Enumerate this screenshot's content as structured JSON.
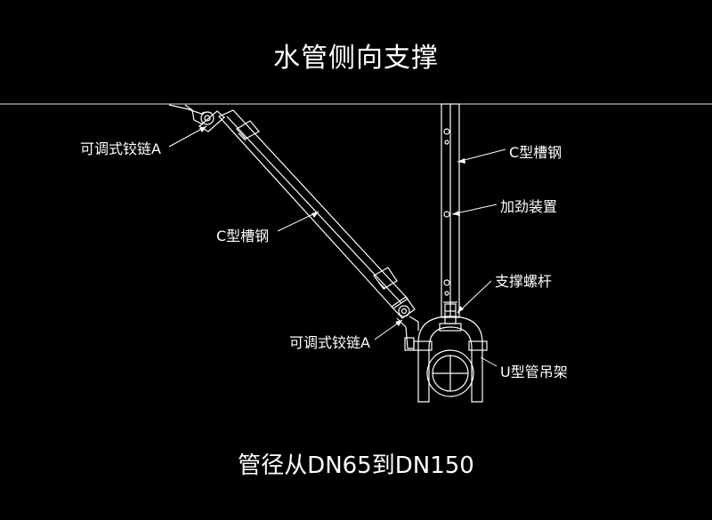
{
  "title": "水管侧向支撑",
  "footer": "管径从DN65到DN150",
  "labels": {
    "hinge_top": "可调式铰链A",
    "c_channel_diag": "C型槽钢",
    "hinge_bottom": "可调式铰链A",
    "c_channel_vert": "C型槽钢",
    "stiffener": "加劲装置",
    "support_rod": "支撑螺杆",
    "u_hanger": "U型管吊架"
  },
  "colors": {
    "background": "#000000",
    "lines": "#ffffff"
  }
}
